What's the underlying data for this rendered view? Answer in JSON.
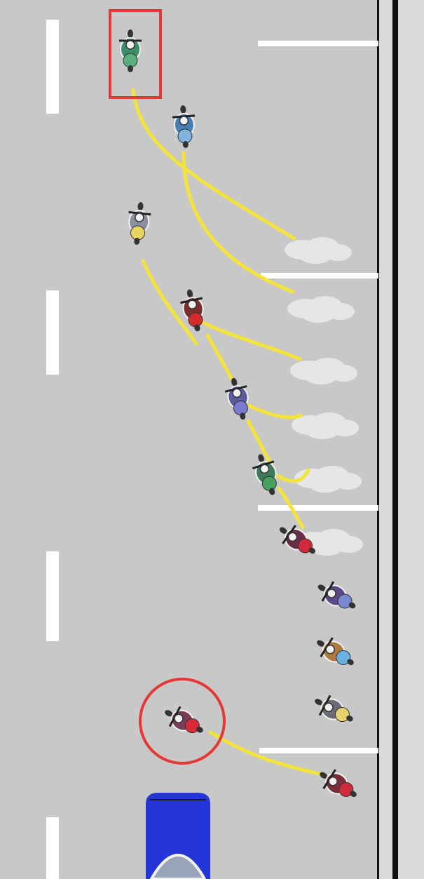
{
  "colors": {
    "road": "#c8c8c8",
    "road_edge": "#111111",
    "shoulder": "#d9d9d9",
    "lane_marking": "#ffffff",
    "path": "#f4e43a",
    "smoke": "#e6e6e6",
    "highlight": "#e53935",
    "car": "#2436d8"
  },
  "icons": {
    "motorcycle": "motorcycle-icon",
    "exhaust": "exhaust-smoke-icon",
    "car": "car-icon"
  },
  "highlights": [
    {
      "shape": "rectangle",
      "target": "lead-motorcycle"
    },
    {
      "shape": "circle",
      "target": "swerving-motorcycle"
    }
  ],
  "motorcycles": [
    {
      "rider": "#3e8e6a",
      "bike": "#5ab07a"
    },
    {
      "rider": "#4a7fb5",
      "bike": "#7fb4e0"
    },
    {
      "rider": "#8a8fa0",
      "bike": "#e8d560"
    },
    {
      "rider": "#7a2e2e",
      "bike": "#d42b2b"
    },
    {
      "rider": "#5a5aa0",
      "bike": "#7a7ad0"
    },
    {
      "rider": "#3e7a5a",
      "bike": "#4aa060"
    },
    {
      "rider": "#6a2e4a",
      "bike": "#d02b3a"
    },
    {
      "rider": "#5a4a8a",
      "bike": "#7a8ad0"
    },
    {
      "rider": "#b07a3a",
      "bike": "#6ab0e0"
    },
    {
      "rider": "#6a6a7a",
      "bike": "#e8d070"
    },
    {
      "rider": "#7a3a5a",
      "bike": "#d82b3a"
    },
    {
      "rider": "#7a2e3a",
      "bike": "#d02b3a"
    }
  ]
}
